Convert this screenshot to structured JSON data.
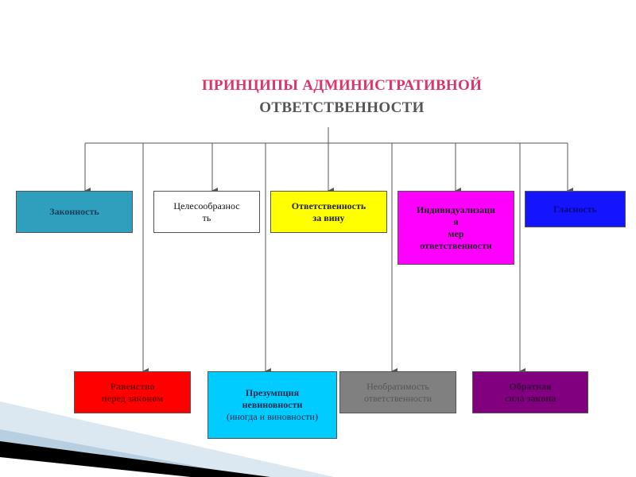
{
  "title": {
    "line1": "ПРИНЦИПЫ АДМИНИСТРАТИВНОЙ",
    "line2": "ОТВЕТСТВЕННОСТИ"
  },
  "top_boxes": [
    {
      "lines": [
        "Законность"
      ]
    },
    {
      "lines": [
        "Целесообразнос",
        "ть"
      ]
    },
    {
      "lines": [
        "Ответственность",
        "за вину"
      ]
    },
    {
      "lines": [
        "Индивидуализаци",
        "я",
        "мер",
        "ответственности"
      ]
    },
    {
      "lines": [
        "Гласность"
      ]
    }
  ],
  "bottom_boxes": [
    {
      "lines": [
        "Равенство",
        "перед законом"
      ]
    },
    {
      "lines": [
        "Презумпция",
        "невиновности",
        "(иногда и виновности)"
      ]
    },
    {
      "lines": [
        "Необратимость",
        "ответственности"
      ]
    },
    {
      "lines": [
        "Обратная",
        "сила закона"
      ]
    }
  ],
  "colors": {
    "title_accent": "#e0336a",
    "zakonnost": "#2f9fbe",
    "vina": "#ffff00",
    "individ": "#ff00ff",
    "glasnost": "#1414ff",
    "ravenstvo": "#ff0000",
    "prezump": "#00ccff",
    "neobr": "#808080",
    "obrat": "#800080"
  }
}
